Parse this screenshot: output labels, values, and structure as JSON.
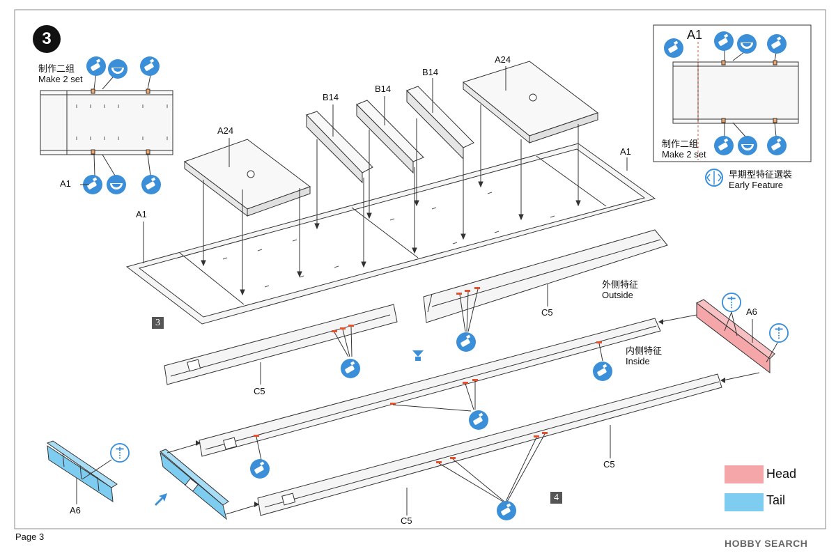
{
  "step_number": "3",
  "page_label": "Page 3",
  "watermark": "HOBBY SEARCH",
  "subassembly_left": {
    "label_cn": "制作二组",
    "label_en": "Make 2 set",
    "part": "A1"
  },
  "subassembly_right": {
    "label_cn": "制作二组",
    "label_en": "Make 2 set",
    "part": "A1"
  },
  "early_feature": {
    "label_cn": "早期型特征選裝",
    "label_en": "Early Feature"
  },
  "outside": {
    "cn": "外侧特征",
    "en": "Outside"
  },
  "inside": {
    "cn": "内侧特征",
    "en": "Inside"
  },
  "part_labels": {
    "a24_left": "A24",
    "a24_right": "A24",
    "b14_1": "B14",
    "b14_2": "B14",
    "b14_3": "B14",
    "a1_right": "A1",
    "a1_left": "A1",
    "c5_upper_right": "C5",
    "c5_left": "C5",
    "c5_lower_right": "C5",
    "c5_bottom": "C5",
    "a6_head": "A6",
    "a6_tail": "A6"
  },
  "box_numbers": {
    "box3": "3",
    "box4": "4"
  },
  "legend": [
    {
      "label": "Head",
      "color": "#f4a6a9"
    },
    {
      "label": "Tail",
      "color": "#7ecdf0"
    }
  ],
  "colors": {
    "accent_blue": "#3a8fd8",
    "glue_red": "#e6502a",
    "outline": "#333333"
  }
}
